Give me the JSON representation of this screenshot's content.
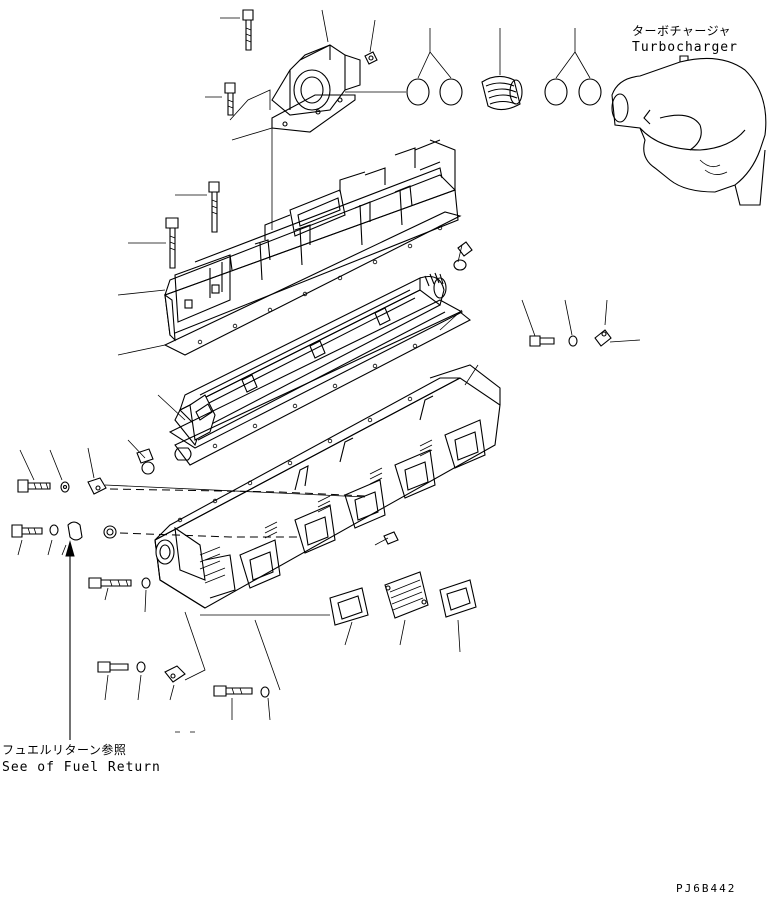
{
  "turbocharger": {
    "label_jp": "ターボチャージャ",
    "label_en": "Turbocharger"
  },
  "fuel_return": {
    "label_jp": "フュエルリターン参照",
    "label_en": "See of Fuel Return"
  },
  "drawing_code": "PJ6B442"
}
